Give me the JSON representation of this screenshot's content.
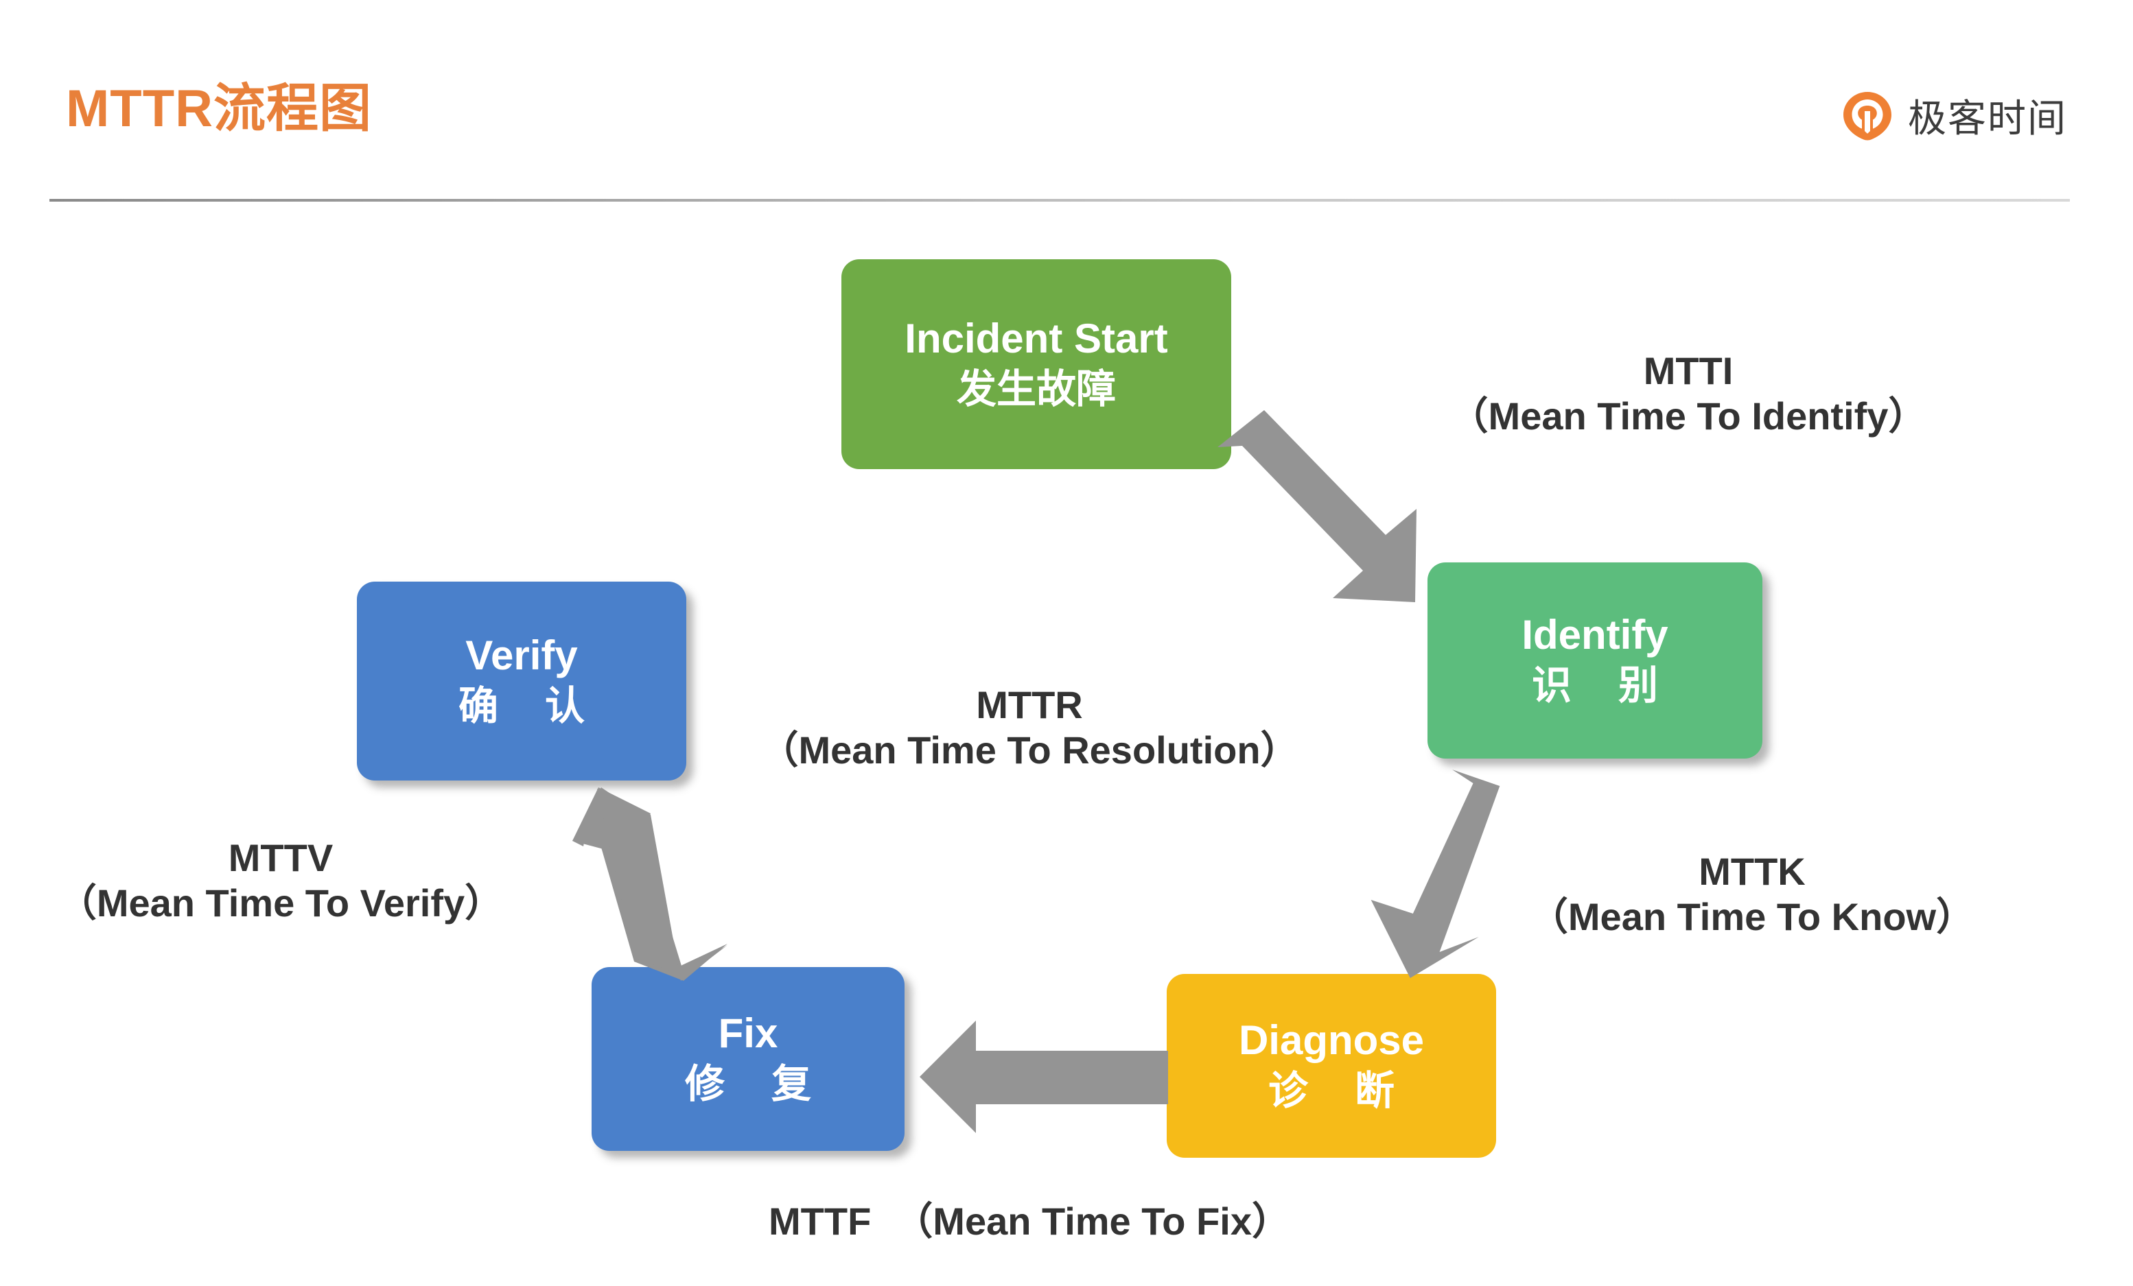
{
  "header": {
    "title": "MTTR流程图",
    "brand": {
      "name": "极客时间",
      "mark_color": "#ef8033"
    },
    "title_color": "#e8803a"
  },
  "diagram": {
    "type": "cycle-flowchart",
    "nodes": [
      {
        "id": "incident",
        "en": "Incident Start",
        "zh": "发生故障",
        "color": "#6fab46"
      },
      {
        "id": "identify",
        "en": "Identify",
        "zh": "识 别",
        "color": "#5cbd7d"
      },
      {
        "id": "diagnose",
        "en": "Diagnose",
        "zh": "诊 断",
        "color": "#f6bb18"
      },
      {
        "id": "fix",
        "en": "Fix",
        "zh": "修 复",
        "color": "#4a80cb"
      },
      {
        "id": "verify",
        "en": "Verify",
        "zh": "确 认",
        "color": "#4a80cb"
      }
    ],
    "arrow_color": "#949494",
    "metrics": [
      {
        "id": "mtti",
        "abbr": "MTTI",
        "full": "（Mean Time To Identify）",
        "from": "incident",
        "to": "identify"
      },
      {
        "id": "mttk",
        "abbr": "MTTK",
        "full": "（Mean Time To Know）",
        "from": "identify",
        "to": "diagnose"
      },
      {
        "id": "mttf",
        "abbr": "MTTF",
        "full": "（Mean Time To Fix）",
        "from": "diagnose",
        "to": "fix"
      },
      {
        "id": "mttv",
        "abbr": "MTTV",
        "full": "（Mean Time To Verify）",
        "from": "fix",
        "to": "verify"
      },
      {
        "id": "mttr",
        "abbr": "MTTR",
        "full": "（Mean Time To Resolution）",
        "from": "incident",
        "to": "verify"
      }
    ]
  }
}
